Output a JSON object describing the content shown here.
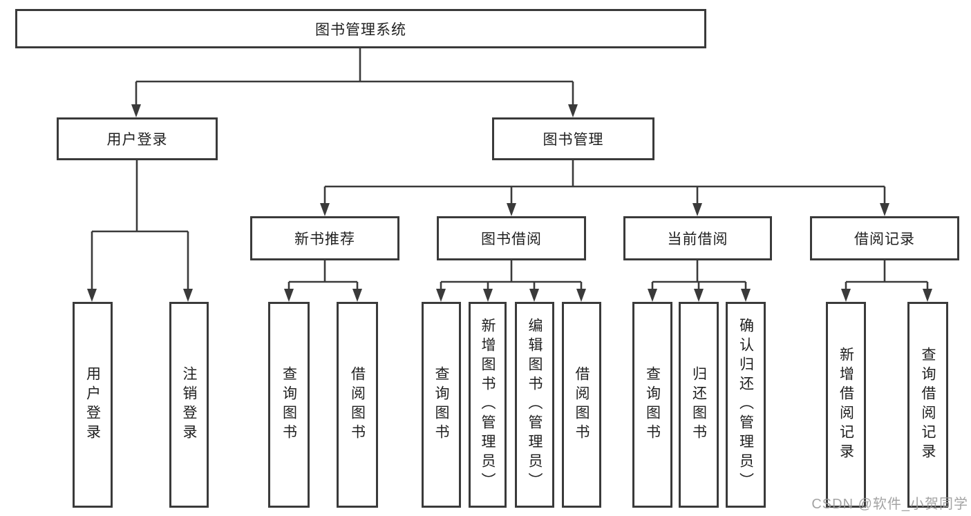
{
  "diagram": {
    "type": "hierarchy-tree",
    "watermark": "CSDN @软件_小贺同学",
    "colors": {
      "background": "#ffffff",
      "line": "#3a3a3a",
      "box_border": "#3a3a3a",
      "text": "#1f1f1f",
      "watermark": "#9b9b9b"
    },
    "nodes": {
      "root": {
        "label": "图书管理系统"
      },
      "level2": [
        {
          "label": "用户登录"
        },
        {
          "label": "图书管理"
        }
      ],
      "level3": [
        {
          "label": "新书推荐",
          "parent": "图书管理"
        },
        {
          "label": "图书借阅",
          "parent": "图书管理"
        },
        {
          "label": "当前借阅",
          "parent": "图书管理"
        },
        {
          "label": "借阅记录",
          "parent": "图书管理"
        }
      ],
      "leaves": [
        {
          "label": "用户登录",
          "parent": "用户登录"
        },
        {
          "label": "注销登录",
          "parent": "用户登录"
        },
        {
          "label": "查询图书",
          "parent": "新书推荐"
        },
        {
          "label": "借阅图书",
          "parent": "新书推荐"
        },
        {
          "label": "查询图书",
          "parent": "图书借阅"
        },
        {
          "label": "新增图书（管理员）",
          "parent": "图书借阅"
        },
        {
          "label": "编辑图书（管理员）",
          "parent": "图书借阅"
        },
        {
          "label": "借阅图书",
          "parent": "图书借阅"
        },
        {
          "label": "查询图书",
          "parent": "当前借阅"
        },
        {
          "label": "归还图书",
          "parent": "当前借阅"
        },
        {
          "label": "确认归还（管理员）",
          "parent": "当前借阅"
        },
        {
          "label": "新增借阅记录",
          "parent": "借阅记录"
        },
        {
          "label": "查询借阅记录",
          "parent": "借阅记录"
        }
      ]
    }
  }
}
